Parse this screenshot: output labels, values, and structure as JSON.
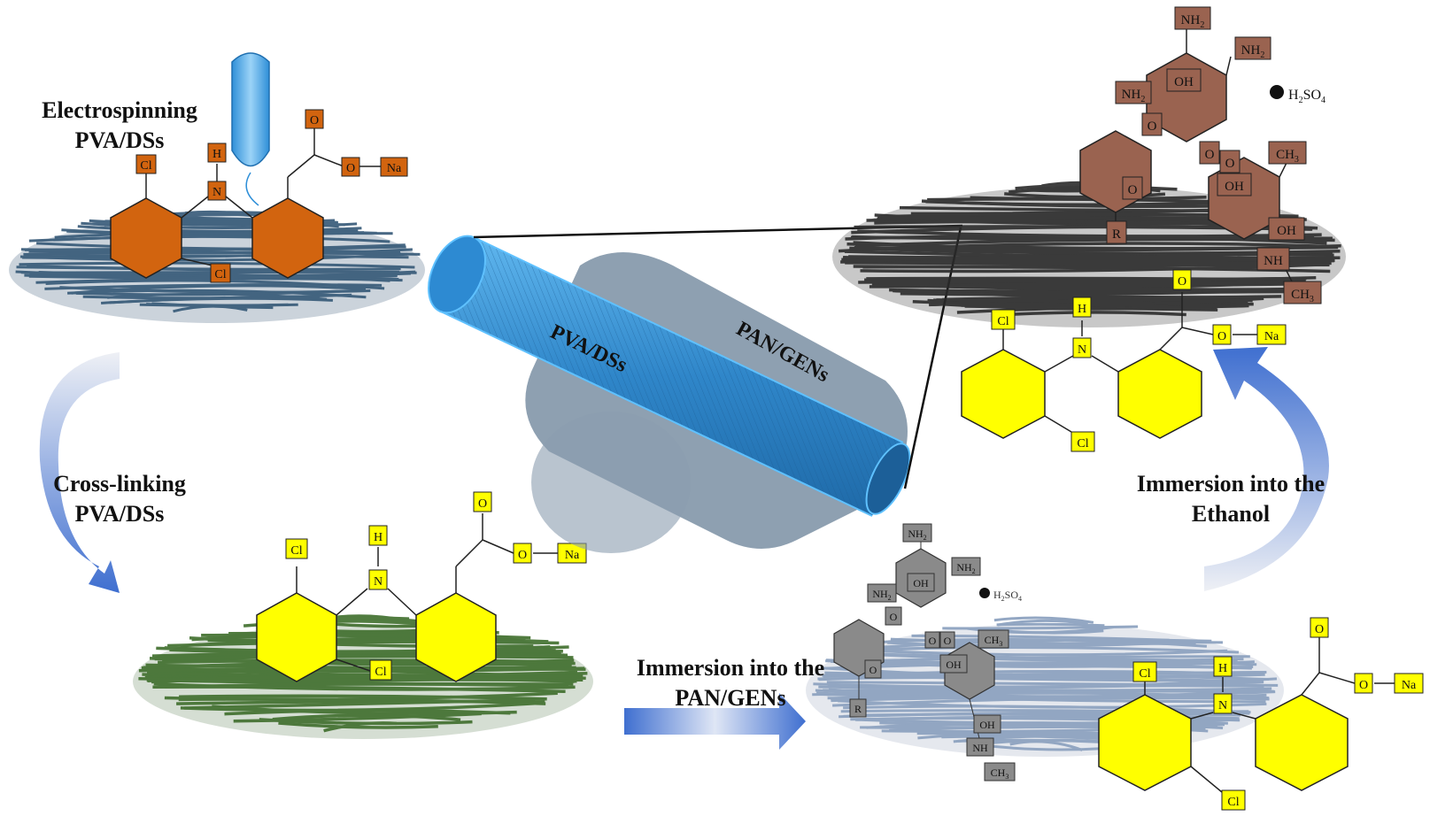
{
  "captions": {
    "electrospinning": [
      "Electrospinning",
      "PVA/DSs"
    ],
    "crosslinking": [
      "Cross-linking",
      "PVA/DSs"
    ],
    "immersion_pan": [
      "Immersion into the",
      "PAN/GENs"
    ],
    "immersion_ethanol": [
      "Immersion into the",
      "Ethanol"
    ]
  },
  "fiber_labels": {
    "core": "PVA/DSs",
    "shell": "PAN/GENs"
  },
  "diclofenac_labels": {
    "cl": "Cl",
    "h": "H",
    "n": "N",
    "o": "O",
    "na": "Na"
  },
  "gentamicin_labels": {
    "nh2": "NH",
    "oh": "OH",
    "o": "O",
    "r": "R",
    "ch3": "CH",
    "nh": "NH",
    "h2so4": "H",
    "so4": "SO",
    "sub2": "2",
    "sub3": "3",
    "sub4": "4"
  },
  "colors": {
    "orange_ring": "#d2640f",
    "yellow_ring": "#ffff00",
    "brown_ring": "#9a6350",
    "gray_ring": "#8a8a8a",
    "fiber_blue": "#3a8fd0",
    "shell_gray": "#7f93a6",
    "mesh_blue": "#3b5a78",
    "mesh_green": "#3d6b2c",
    "mesh_black": "#2a2a2a",
    "mesh_lightblue": "#8fa6c4",
    "arrow_blue": "#4a7ad0"
  }
}
